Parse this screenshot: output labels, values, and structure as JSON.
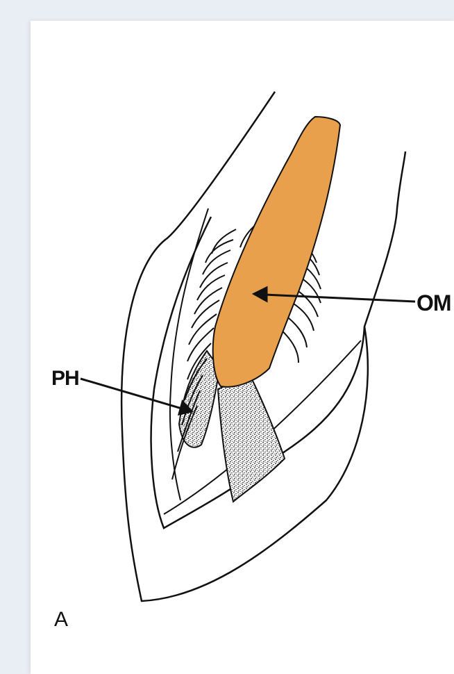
{
  "figure": {
    "panel_label": "A",
    "labels": {
      "om": "OM",
      "ph": "PH"
    },
    "colors": {
      "root_canal_material": "#e9a04c",
      "line": "#111111",
      "page": "#ffffff"
    }
  }
}
